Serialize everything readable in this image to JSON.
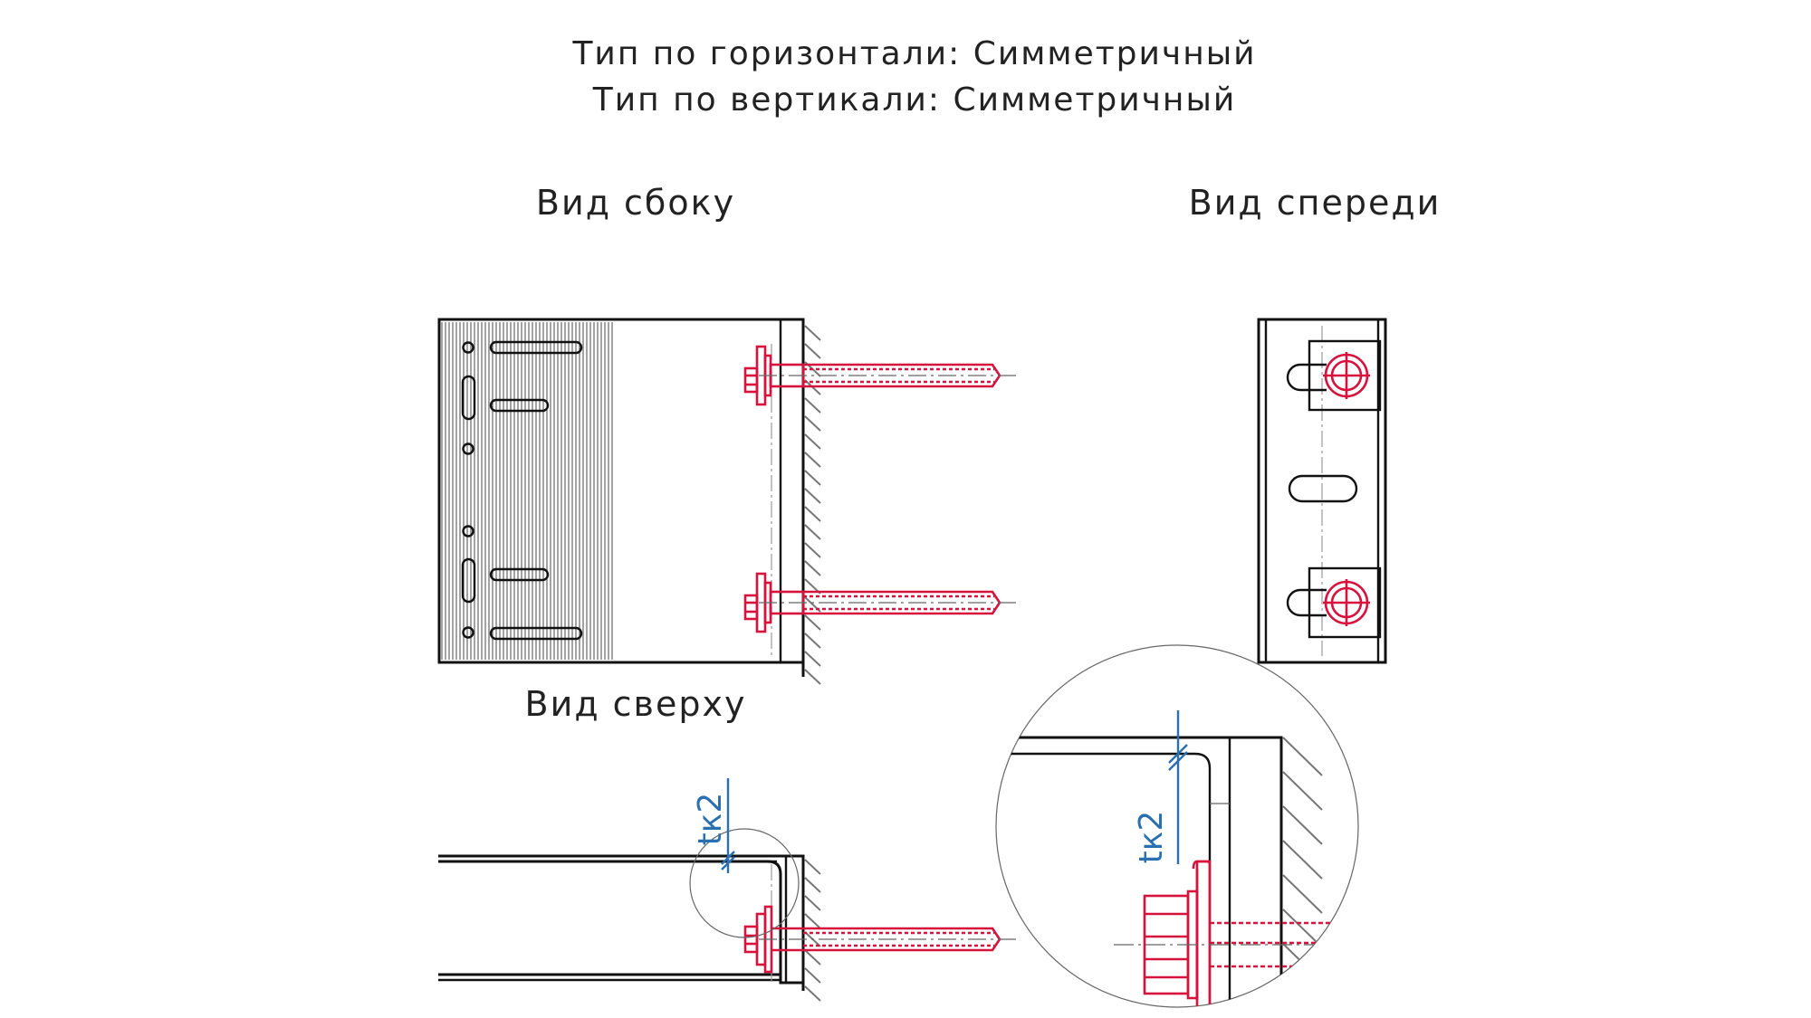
{
  "header": {
    "line1": "Тип по горизонтали: Симметричный",
    "line2": "Тип по вертикали: Симметричный"
  },
  "views": {
    "side": "Вид сбоку",
    "front": "Вид спереди",
    "top": "Вид сверху"
  },
  "dimension": {
    "label": "tк2",
    "detail_label": "tк2"
  },
  "colors": {
    "line": "#111111",
    "fastener": "#d6123d",
    "dimension": "#2a6fb0",
    "hatch": "#777777"
  }
}
